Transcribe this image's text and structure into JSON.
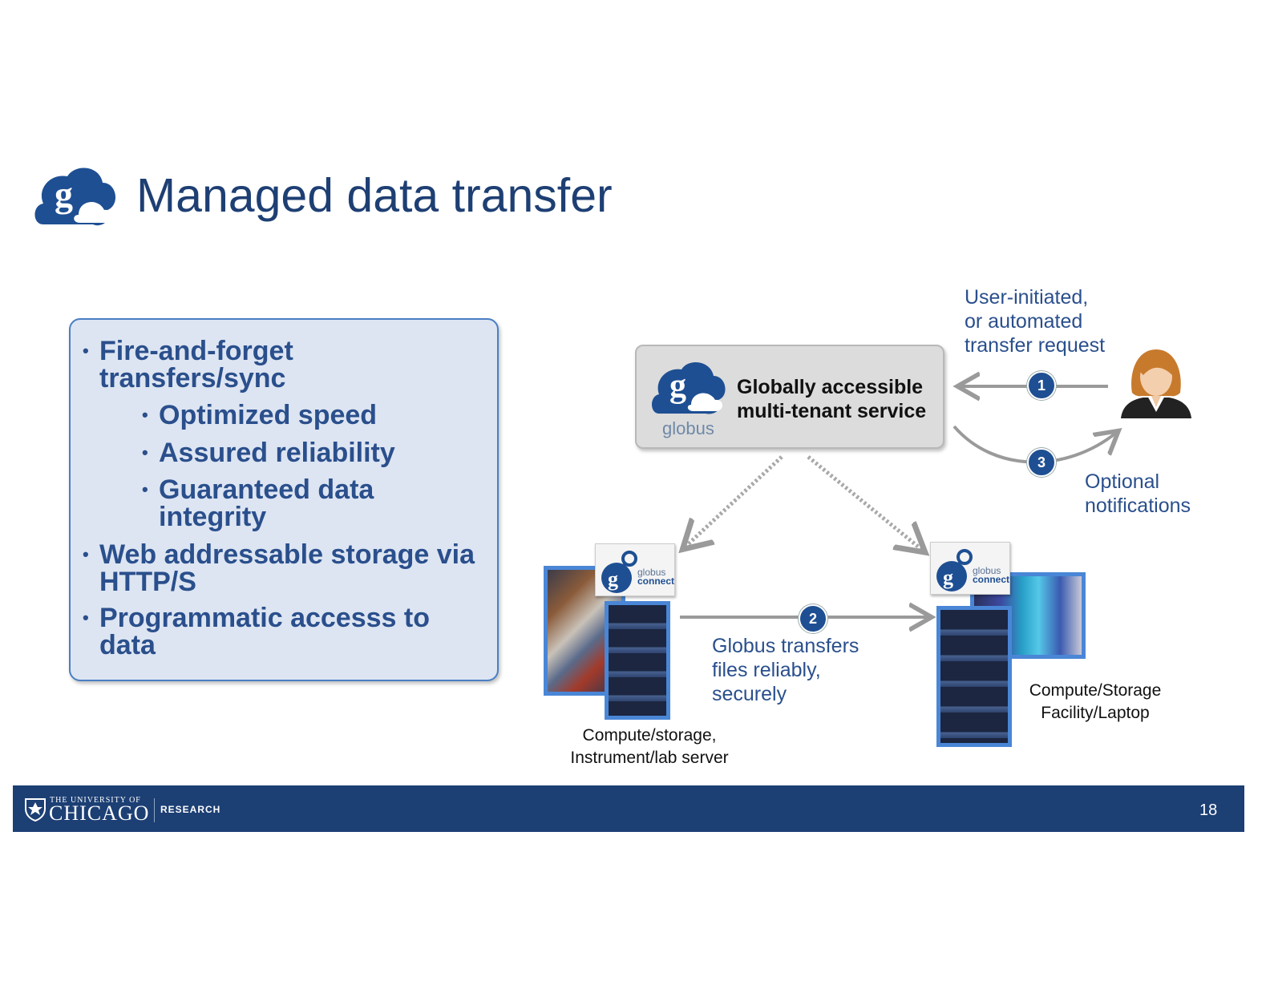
{
  "title": "Managed data transfer",
  "bullets": [
    {
      "text": "Fire-and-forget transfers/sync",
      "line1": "Fire-and-forget",
      "line2": "transfers/sync"
    },
    {
      "text": "Optimized speed"
    },
    {
      "text": "Assured reliability"
    },
    {
      "text": "Guaranteed data integrity",
      "line1": "Guaranteed data",
      "line2": "integrity"
    },
    {
      "text": "Web addressable storage via HTTP/S",
      "line1": "Web addressable storage via",
      "line2": "HTTP/S"
    },
    {
      "text": "Programmatic accesss to data",
      "line1": "Programmatic accesss to",
      "line2": "data"
    }
  ],
  "service": {
    "logo_word": "globus",
    "line1": "Globally accessible",
    "line2": "multi-tenant service"
  },
  "request_label": [
    "User-initiated,",
    "or automated",
    "transfer request"
  ],
  "notify_label": [
    "Optional",
    "notifications"
  ],
  "transfer_label": [
    "Globus transfers",
    "files reliably,",
    "securely"
  ],
  "steps": [
    "1",
    "2",
    "3"
  ],
  "connect_tile": {
    "word1": "globus",
    "word2": "connect"
  },
  "left_endpoint": [
    "Compute/storage,",
    "Instrument/lab server"
  ],
  "right_endpoint": [
    "Compute/Storage",
    "Facility/Laptop"
  ],
  "footer": {
    "univ_small": "THE UNIVERSITY OF",
    "univ_big": "CHICAGO",
    "dept": "RESEARCH",
    "page_number": "18"
  },
  "colors": {
    "brand_blue": "#1e3f73",
    "footer": "#1c3f74",
    "box_fill": "#dde5f2",
    "accent": "#4a86d6"
  }
}
